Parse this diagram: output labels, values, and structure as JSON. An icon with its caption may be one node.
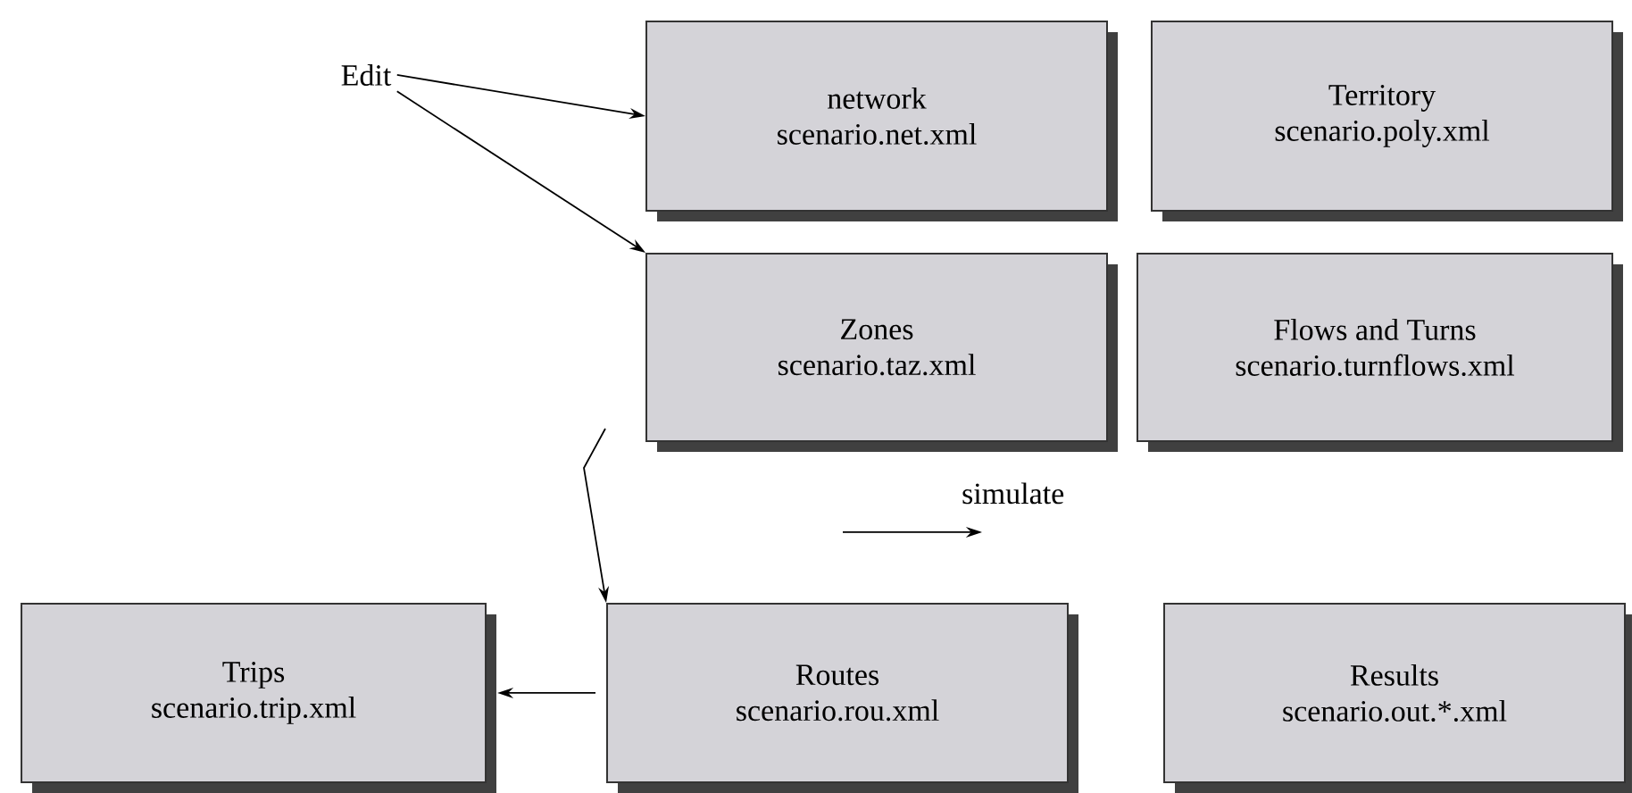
{
  "diagram": {
    "nodes": [
      {
        "text": [
          "Edit"
        ]
      },
      {
        "text": [
          "network",
          "scenario.net.xml"
        ]
      },
      {
        "text": [
          "Territory",
          "scenario.poly.xml"
        ]
      },
      {
        "text": [
          "Zones",
          "scenario.taz.xml"
        ]
      },
      {
        "text": [
          "Flows and Turns",
          "scenario.turnflows.xml"
        ]
      },
      {
        "text": [
          "Trips",
          "scenario.trip.xml"
        ]
      },
      {
        "text": [
          "Routes",
          "scenario.rou.xml"
        ]
      },
      {
        "text": [
          "Results",
          "scenario.out.*.xml"
        ]
      }
    ],
    "edges": [
      {
        "from": 0,
        "to": 1,
        "arrow": "to"
      },
      {
        "from": 0,
        "to": 3,
        "arrow": "to"
      },
      {
        "from": null,
        "to": 6,
        "arrow": "to"
      },
      {
        "from": 6,
        "to": 5,
        "arrow": "to"
      }
    ],
    "labels": [
      "simulate"
    ]
  }
}
